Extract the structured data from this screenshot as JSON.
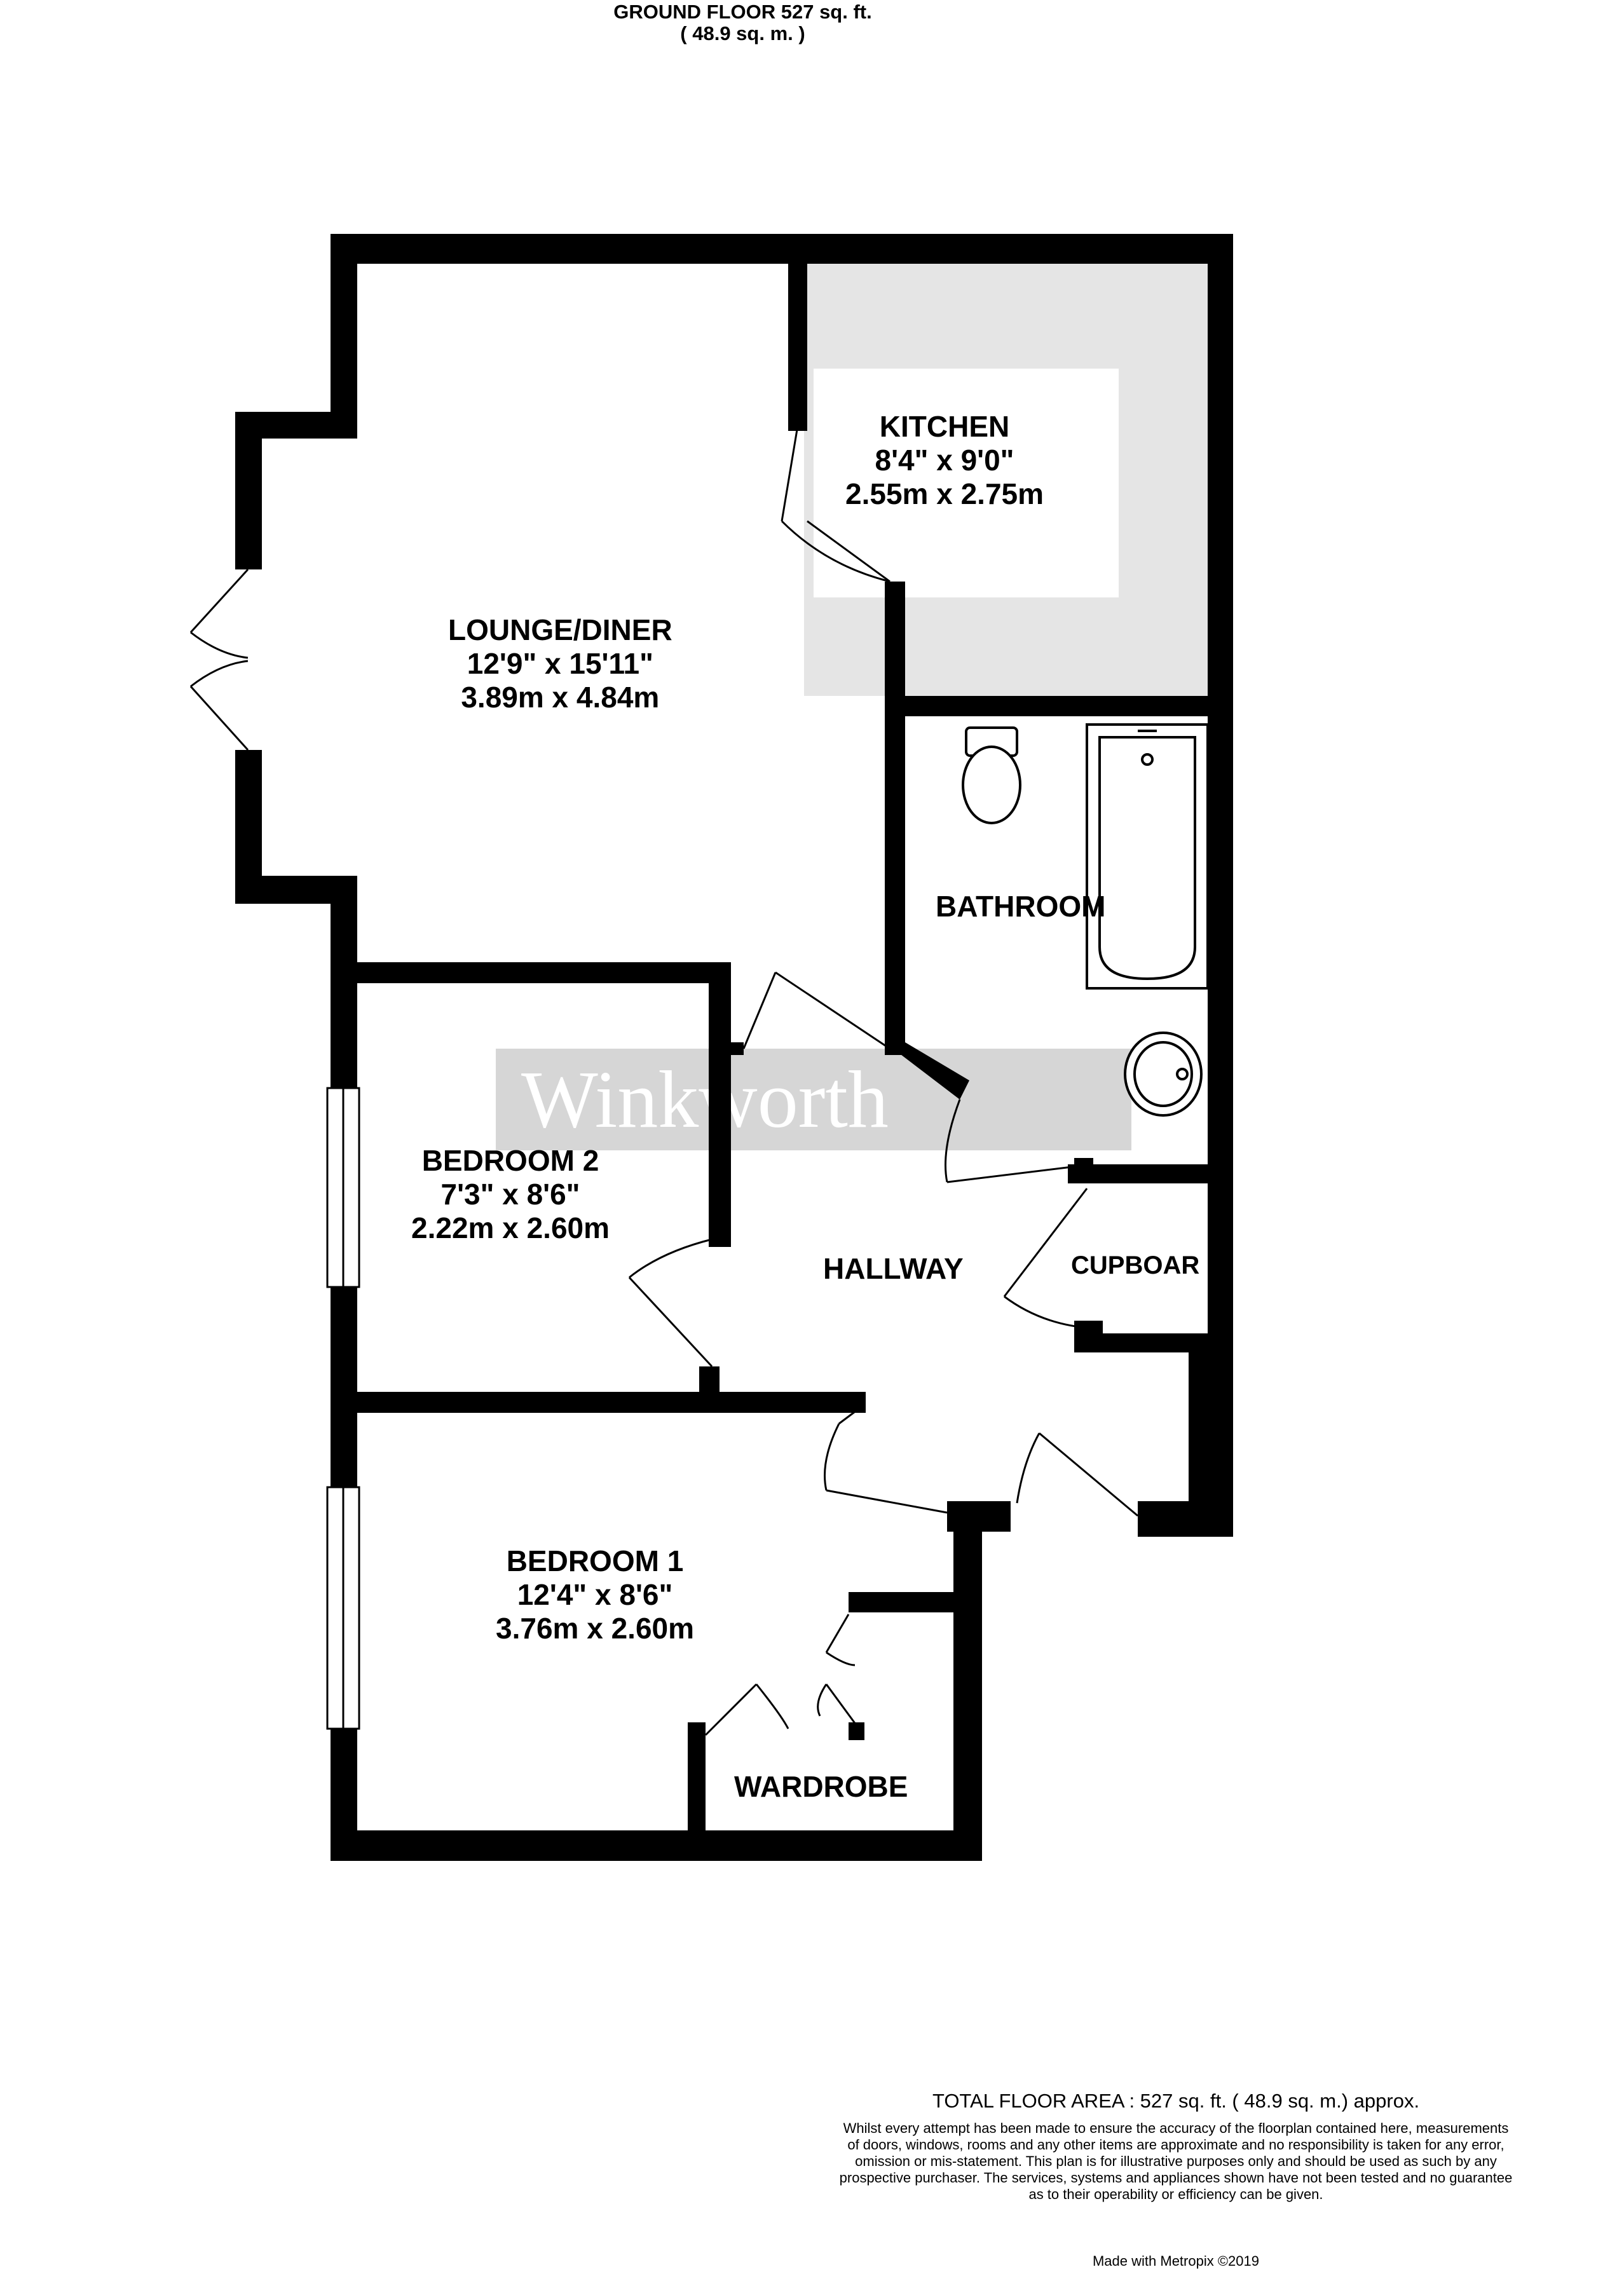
{
  "header": {
    "floor_line": "GROUND FLOOR 527 sq. ft.",
    "metric_line": "( 48.9 sq. m. )"
  },
  "watermark": "Winkworth",
  "rooms": {
    "kitchen": {
      "name": "KITCHEN",
      "imperial": "8'4\"  x 9'0\"",
      "metric": "2.55m  x 2.75m"
    },
    "lounge": {
      "name": "LOUNGE/DINER",
      "imperial": "12'9\"  x 15'11\"",
      "metric": "3.89m  x 4.84m"
    },
    "bathroom": {
      "name": "BATHROOM"
    },
    "bedroom2": {
      "name": "BEDROOM 2",
      "imperial": "7'3\"  x 8'6\"",
      "metric": "2.22m  x 2.60m"
    },
    "hallway": {
      "name": "HALLWAY"
    },
    "cupboard": {
      "name": "CUPBOAR"
    },
    "bedroom1": {
      "name": "BEDROOM 1",
      "imperial": "12'4\"  x 8'6\"",
      "metric": "3.76m  x 2.60m"
    },
    "wardrobe": {
      "name": "WARDROBE"
    }
  },
  "footer": {
    "total": "TOTAL FLOOR AREA : 527 sq. ft. ( 48.9 sq. m.) approx.",
    "disclaimer": [
      "Whilst every attempt has been made to ensure the accuracy of the floorplan contained here, measurements",
      "of doors, windows, rooms and any other items are approximate and no responsibility is taken for any error,",
      "omission or mis-statement. This plan is for illustrative purposes only and should be used as such by any",
      "prospective purchaser. The services, systems and appliances shown have not been tested and no guarantee",
      "as to their operability or efficiency can be given."
    ],
    "made_with": "Made with Metropix ©2019"
  },
  "colors": {
    "wall": "#000000",
    "kitchen_fill": "#e5e5e5",
    "watermark_bg": "#d6d6d6"
  }
}
